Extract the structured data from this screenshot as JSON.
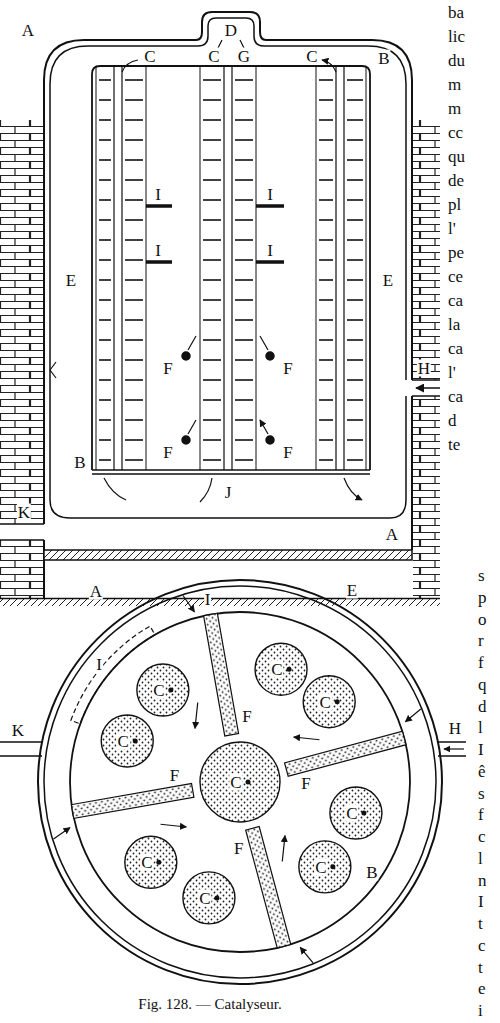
{
  "diagram": {
    "caption": "Fig. 128. — Catalyseur.",
    "labels": [
      "A",
      "D",
      "C",
      "C",
      "G",
      "C",
      "B",
      "I",
      "I",
      "I",
      "I",
      "E",
      "E",
      "F",
      "F",
      "H",
      "F",
      "F",
      "B",
      "J",
      "K",
      "A",
      "A",
      "I",
      "E",
      "I",
      "K",
      "H",
      "C",
      "C",
      "C",
      "C",
      "C",
      "C",
      "C",
      "C",
      "C",
      "F",
      "F",
      "F",
      "F",
      "B",
      "ba",
      "lic",
      "du",
      "m",
      "m",
      "cc",
      "qu",
      "de",
      "pl",
      "l'",
      "pe",
      "ce",
      "ca",
      "la",
      "ca",
      "l'",
      "ca",
      "d",
      "te",
      "s",
      "p",
      "o",
      "r",
      "f",
      "q",
      "d",
      "l",
      "I",
      "ê",
      "s",
      "f",
      "c",
      "l",
      "n",
      "I",
      "t",
      "c",
      "t",
      "e",
      "i"
    ]
  }
}
